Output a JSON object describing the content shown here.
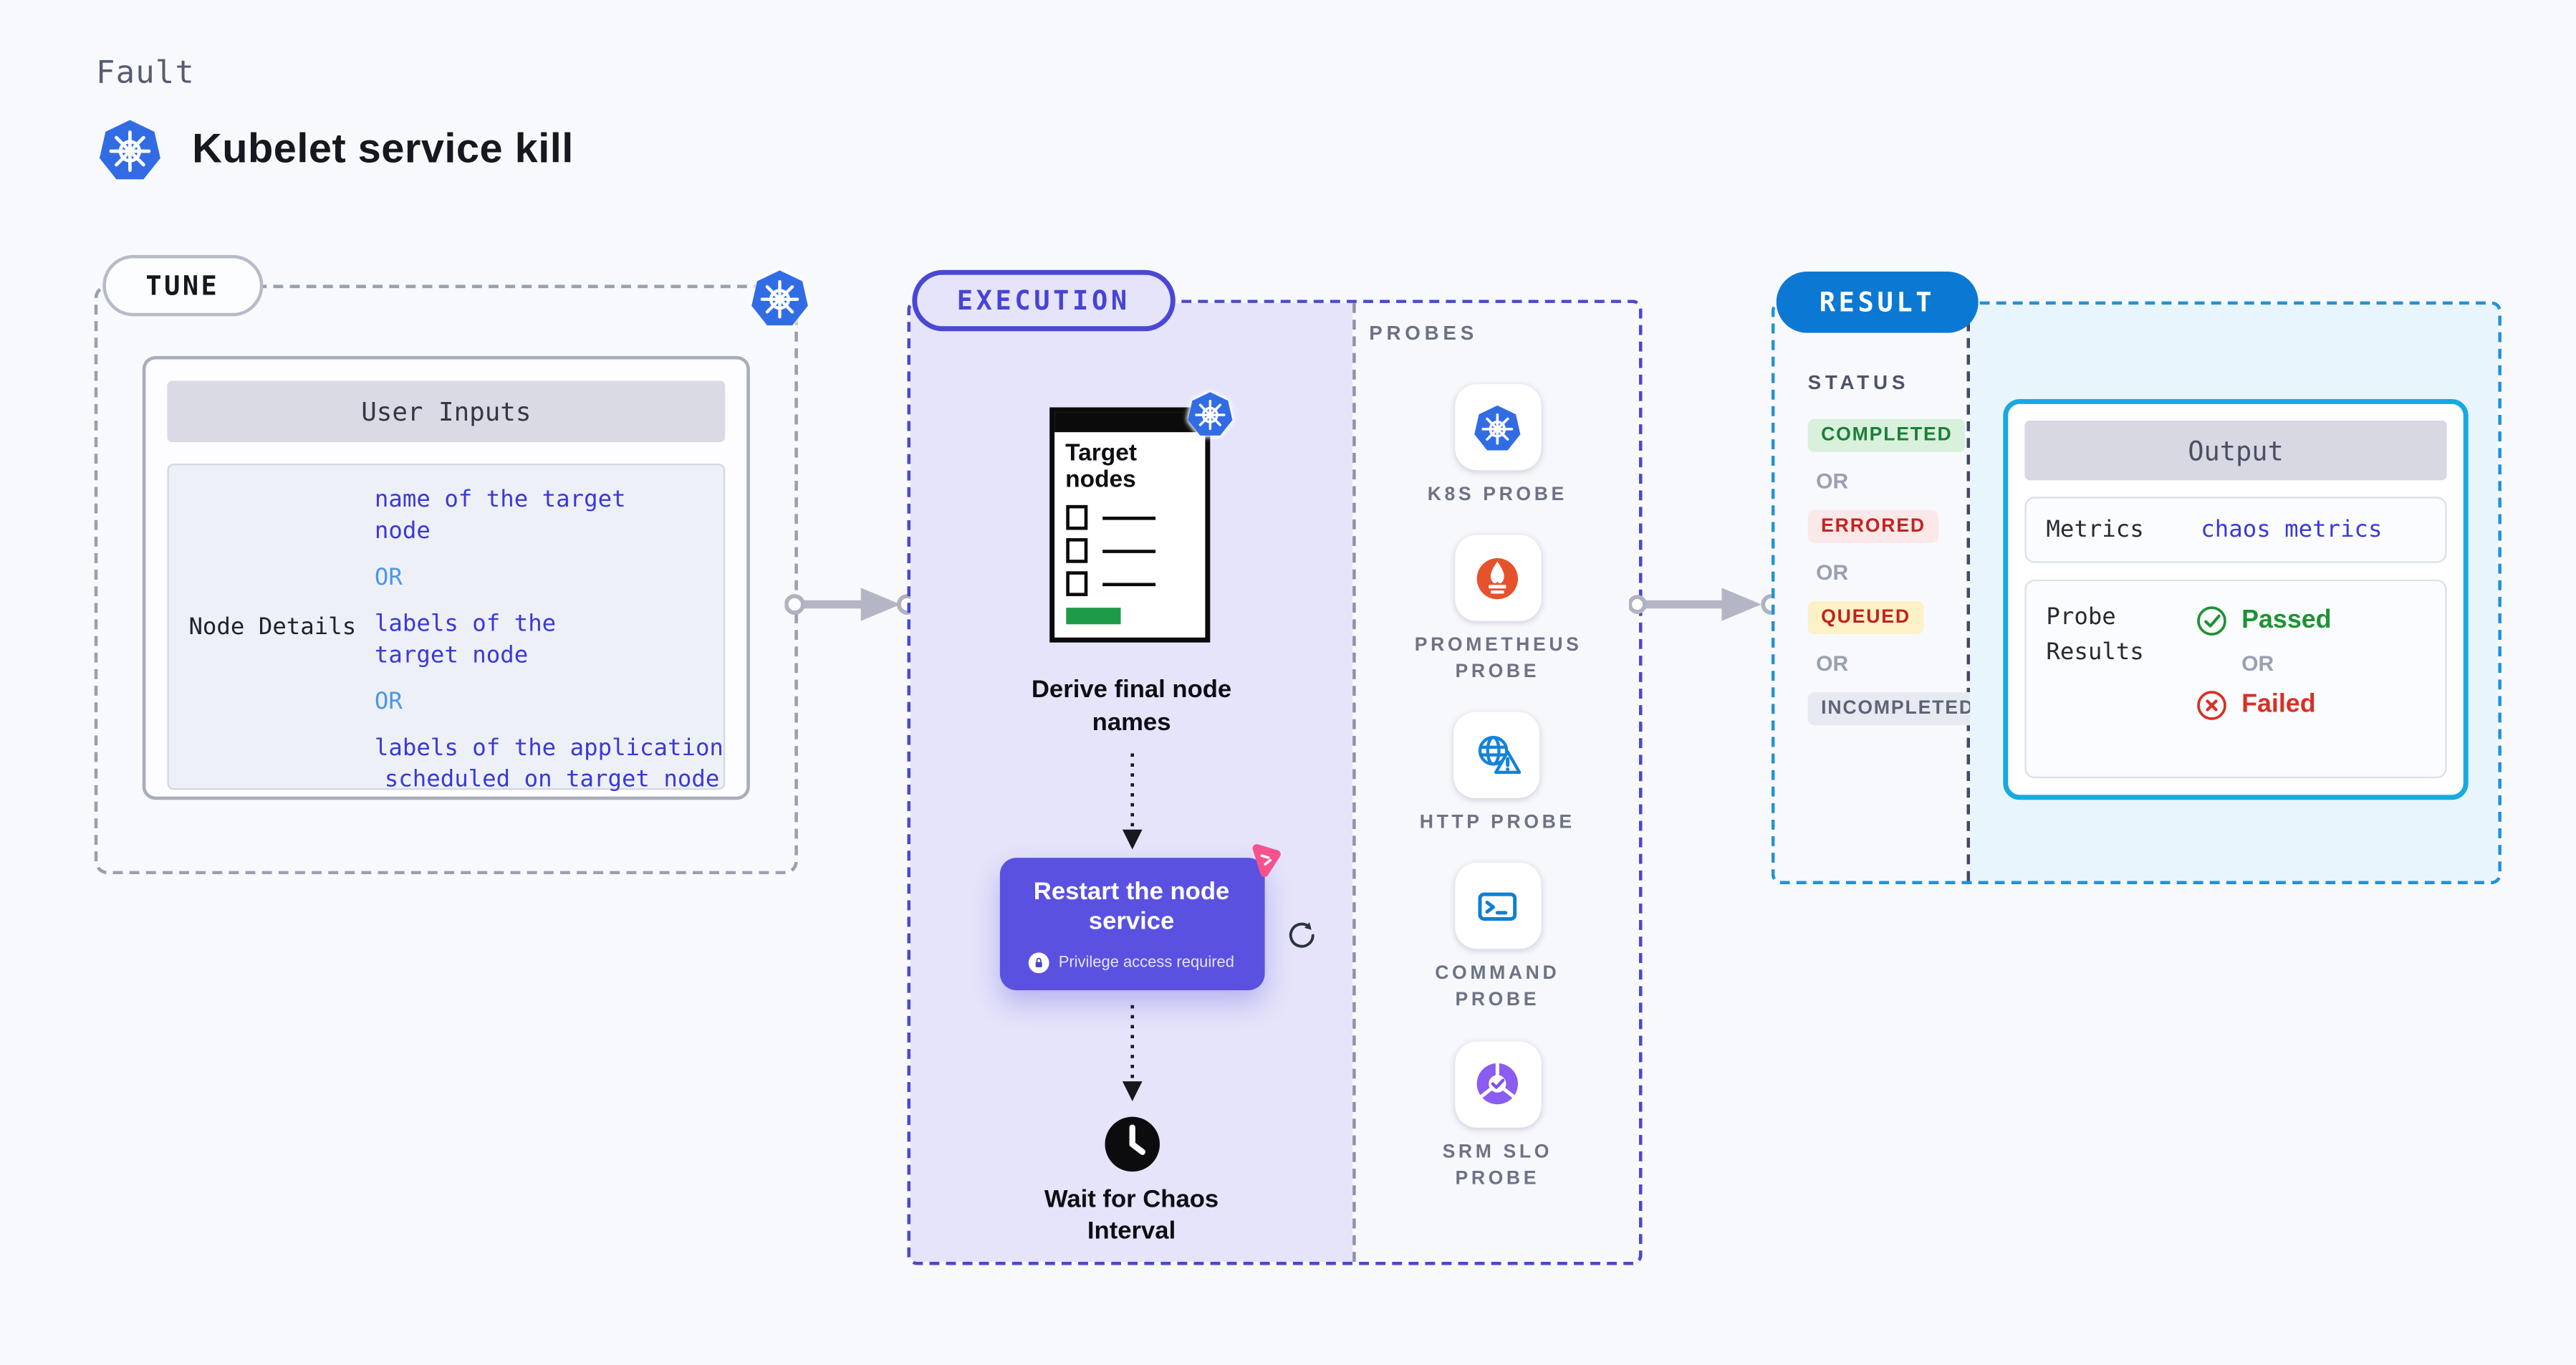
{
  "header": {
    "kicker": "Fault",
    "title": "Kubelet service kill"
  },
  "tune": {
    "badge": "TUNE",
    "card_title": "User Inputs",
    "row_label": "Node Details",
    "lines": [
      "name of the target",
      "node",
      "OR",
      "labels of the",
      "target node",
      "OR",
      "labels of the application",
      "scheduled on target node"
    ]
  },
  "execution": {
    "badge": "EXECUTION",
    "doc_title": "Target nodes",
    "step_derive": "Derive final node names",
    "restart_title": "Restart the node service",
    "restart_note": "Privilege access required",
    "step_wait": "Wait for Chaos Interval",
    "probes_title": "PROBES",
    "probes": [
      {
        "label": "K8S PROBE",
        "icon": "kubernetes-icon"
      },
      {
        "label": "PROMETHEUS PROBE",
        "icon": "prometheus-icon"
      },
      {
        "label": "HTTP PROBE",
        "icon": "http-globe-icon"
      },
      {
        "label": "COMMAND PROBE",
        "icon": "terminal-icon"
      },
      {
        "label": "SRM SLO PROBE",
        "icon": "slo-pie-icon"
      }
    ]
  },
  "result": {
    "badge": "RESULT",
    "status_title": "STATUS",
    "statuses": [
      {
        "label": "COMPLETED",
        "kind": "green"
      },
      {
        "label": "OR",
        "kind": "or"
      },
      {
        "label": "ERRORED",
        "kind": "red"
      },
      {
        "label": "OR",
        "kind": "or"
      },
      {
        "label": "QUEUED",
        "kind": "yellow"
      },
      {
        "label": "OR",
        "kind": "or"
      },
      {
        "label": "INCOMPLETED",
        "kind": "gray"
      }
    ],
    "output": {
      "title": "Output",
      "metrics_label": "Metrics",
      "metrics_value": "chaos metrics",
      "probe_results_label": "Probe Results",
      "passed": "Passed",
      "or": "OR",
      "failed": "Failed"
    }
  },
  "colors": {
    "kubernetes_blue": "#326ce5",
    "execution_indigo": "#4a47d5",
    "result_blue": "#0b79d4",
    "output_border_cyan": "#18a9e0",
    "restart_purple": "#5a51e1",
    "value_blue": "#3a39d8",
    "or_blue": "#4b97e9",
    "passed_green": "#1d9334",
    "failed_red": "#d93025",
    "prometheus_orange": "#e6522c",
    "chaos_pink": "#f6538e"
  }
}
